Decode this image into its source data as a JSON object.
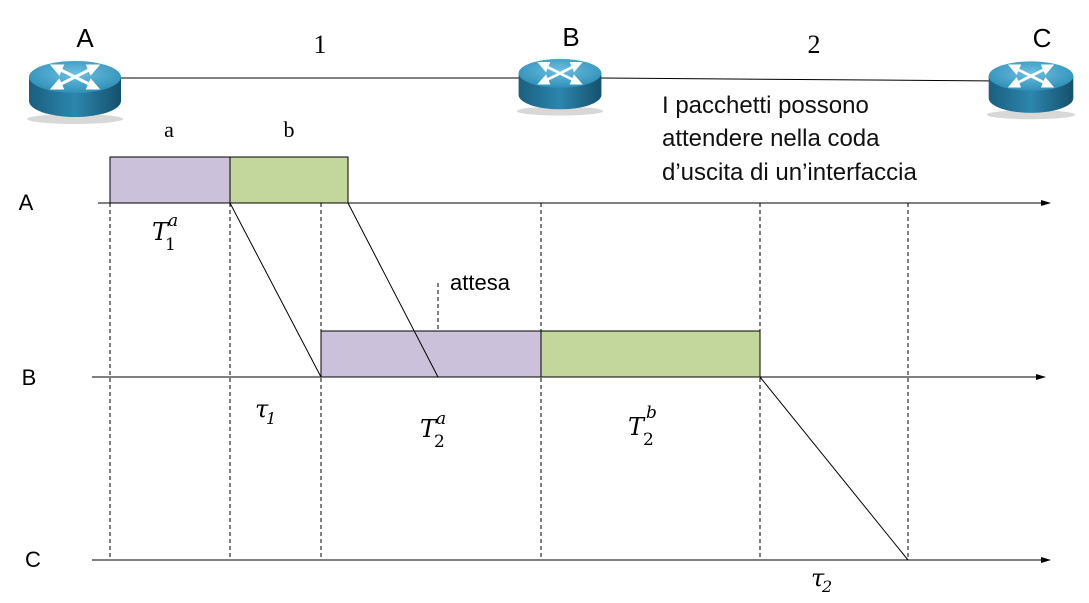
{
  "nodes": {
    "a": {
      "label": "A"
    },
    "b": {
      "label": "B"
    },
    "c": {
      "label": "C"
    }
  },
  "links": {
    "first": {
      "label": "1"
    },
    "second": {
      "label": "2"
    }
  },
  "packets": {
    "a": {
      "label": "a",
      "color": "#ccc1da"
    },
    "b": {
      "label": "b",
      "color": "#c3d69b"
    }
  },
  "note": {
    "line1": "I pacchetti possono",
    "line2": "attendere nella coda",
    "line3": "d’uscita di un’interfaccia"
  },
  "timelines": {
    "a": {
      "label": "A"
    },
    "b": {
      "label": "B"
    },
    "c": {
      "label": "C"
    }
  },
  "annotations": {
    "wait_label": "attesa",
    "t1a": {
      "base": "T",
      "sub": "1",
      "sup": "a"
    },
    "t2a": {
      "base": "T",
      "sub": "2",
      "sup": "a"
    },
    "t2b": {
      "base": "T",
      "sub": "2",
      "sup": "b"
    },
    "tau1": {
      "base": "τ",
      "sub": "1"
    },
    "tau2": {
      "base": "τ",
      "sub": "2"
    }
  },
  "colors": {
    "router_top": "#4aa3c9",
    "router_side": "#1f6f92",
    "line": "#000000"
  },
  "icons": {
    "router": "router-icon"
  }
}
